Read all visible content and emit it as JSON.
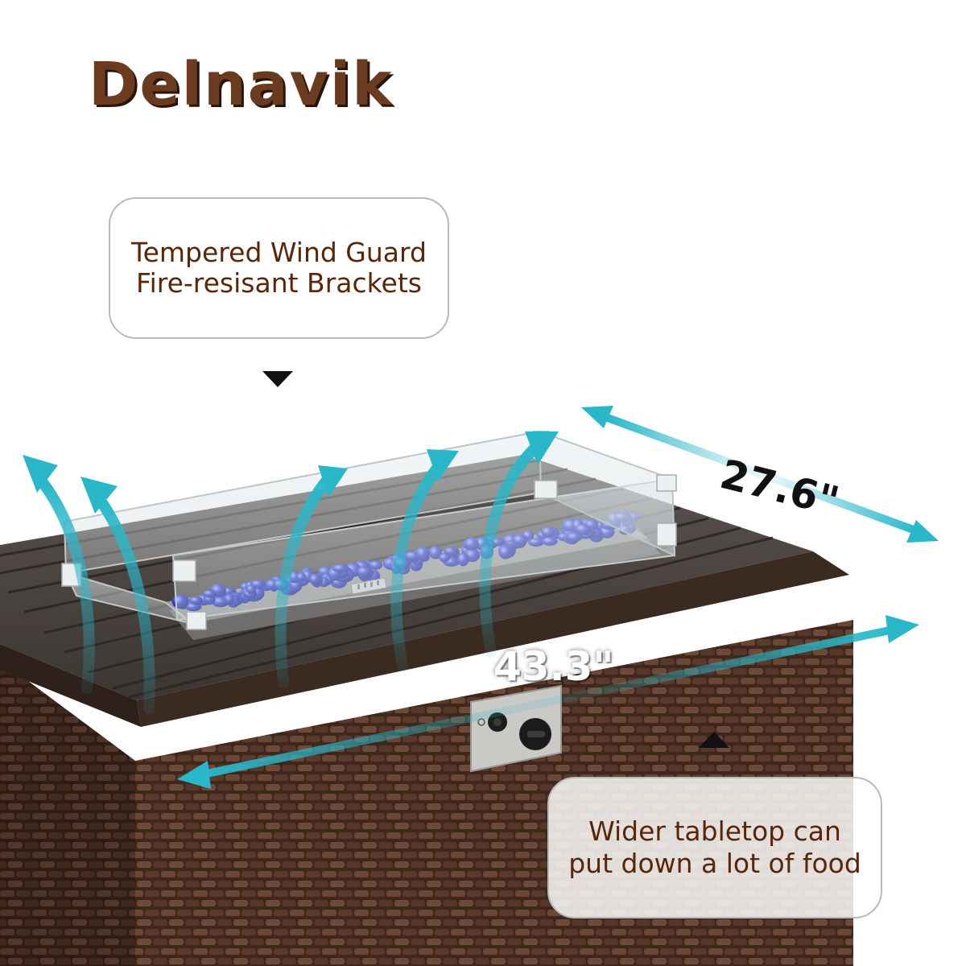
{
  "brand": {
    "name": "Delnavik"
  },
  "callouts": {
    "wind_guard": {
      "line1": "Tempered Wind Guard",
      "line2": "Fire-resisant Brackets"
    },
    "tabletop": {
      "line1": "Wider tabletop can",
      "line2": "put down a lot of food"
    }
  },
  "dimensions": {
    "depth": "27.6\"",
    "width": "43.3\""
  },
  "colors": {
    "brand_text": "#6a3b1e",
    "callout_text": "#5a2608",
    "arrow": "#29b7c9",
    "glass_beads": "#2f3fd0",
    "tabletop": "#4a4440",
    "wicker": "#4b2f23"
  },
  "icons": [
    "heat-arrow-icon",
    "dimension-arrow-icon",
    "pointer-down-icon",
    "pointer-up-icon"
  ]
}
